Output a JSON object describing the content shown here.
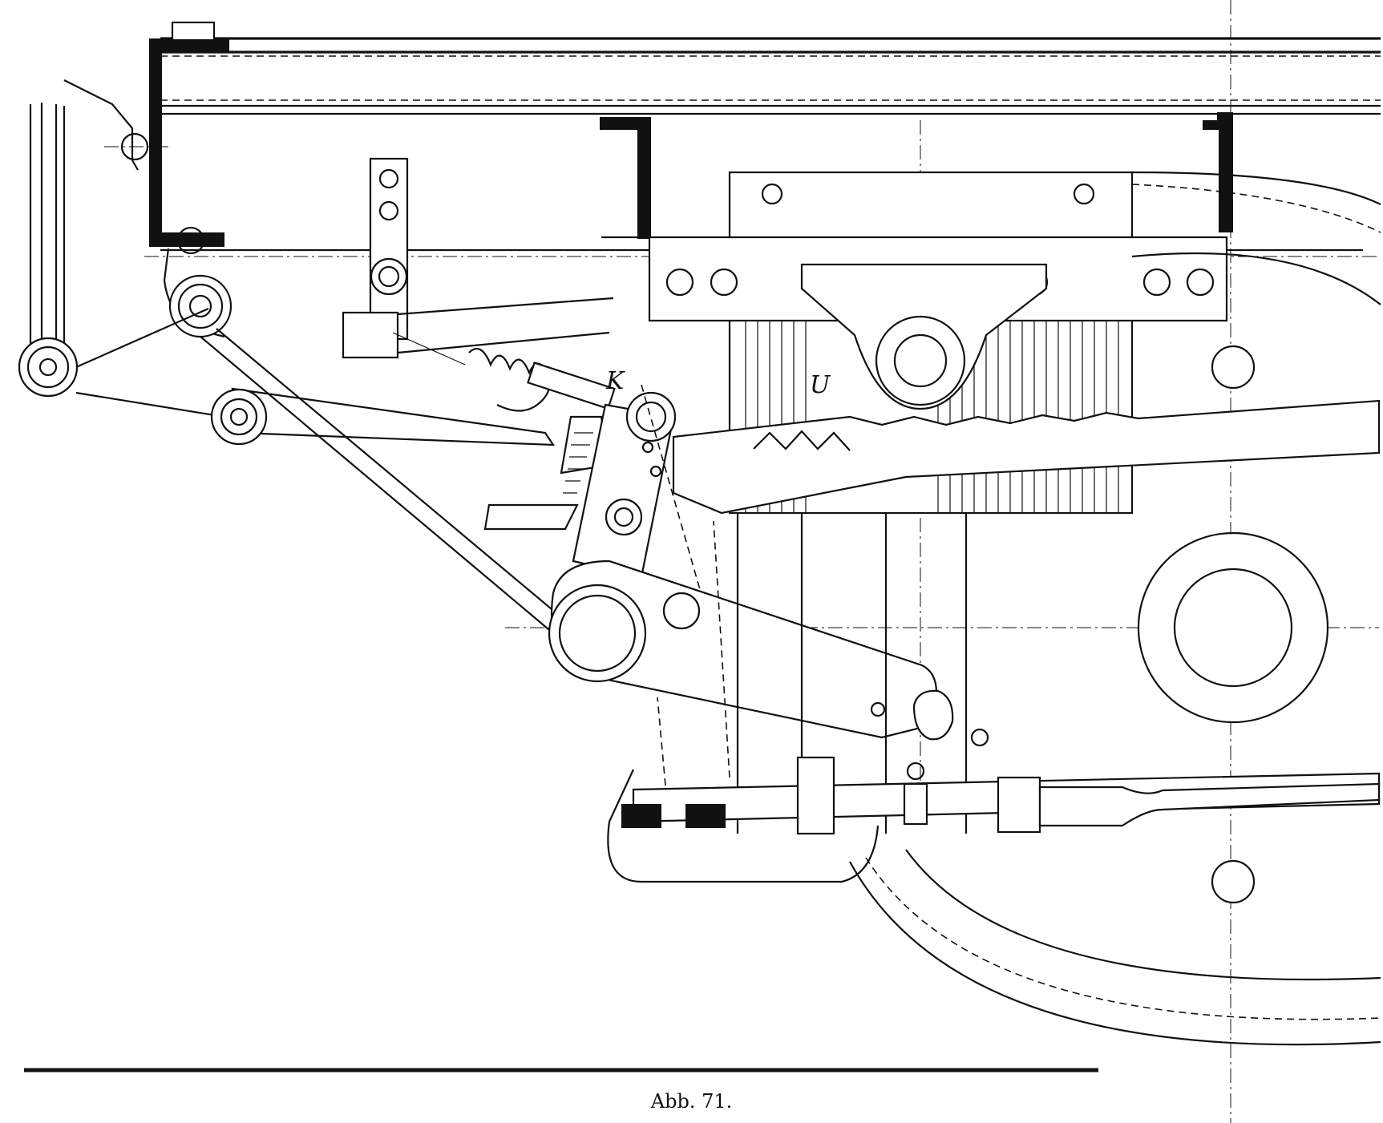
{
  "figure": {
    "caption": "Abb. 71.",
    "labels": {
      "k": "K",
      "u": "U"
    }
  }
}
